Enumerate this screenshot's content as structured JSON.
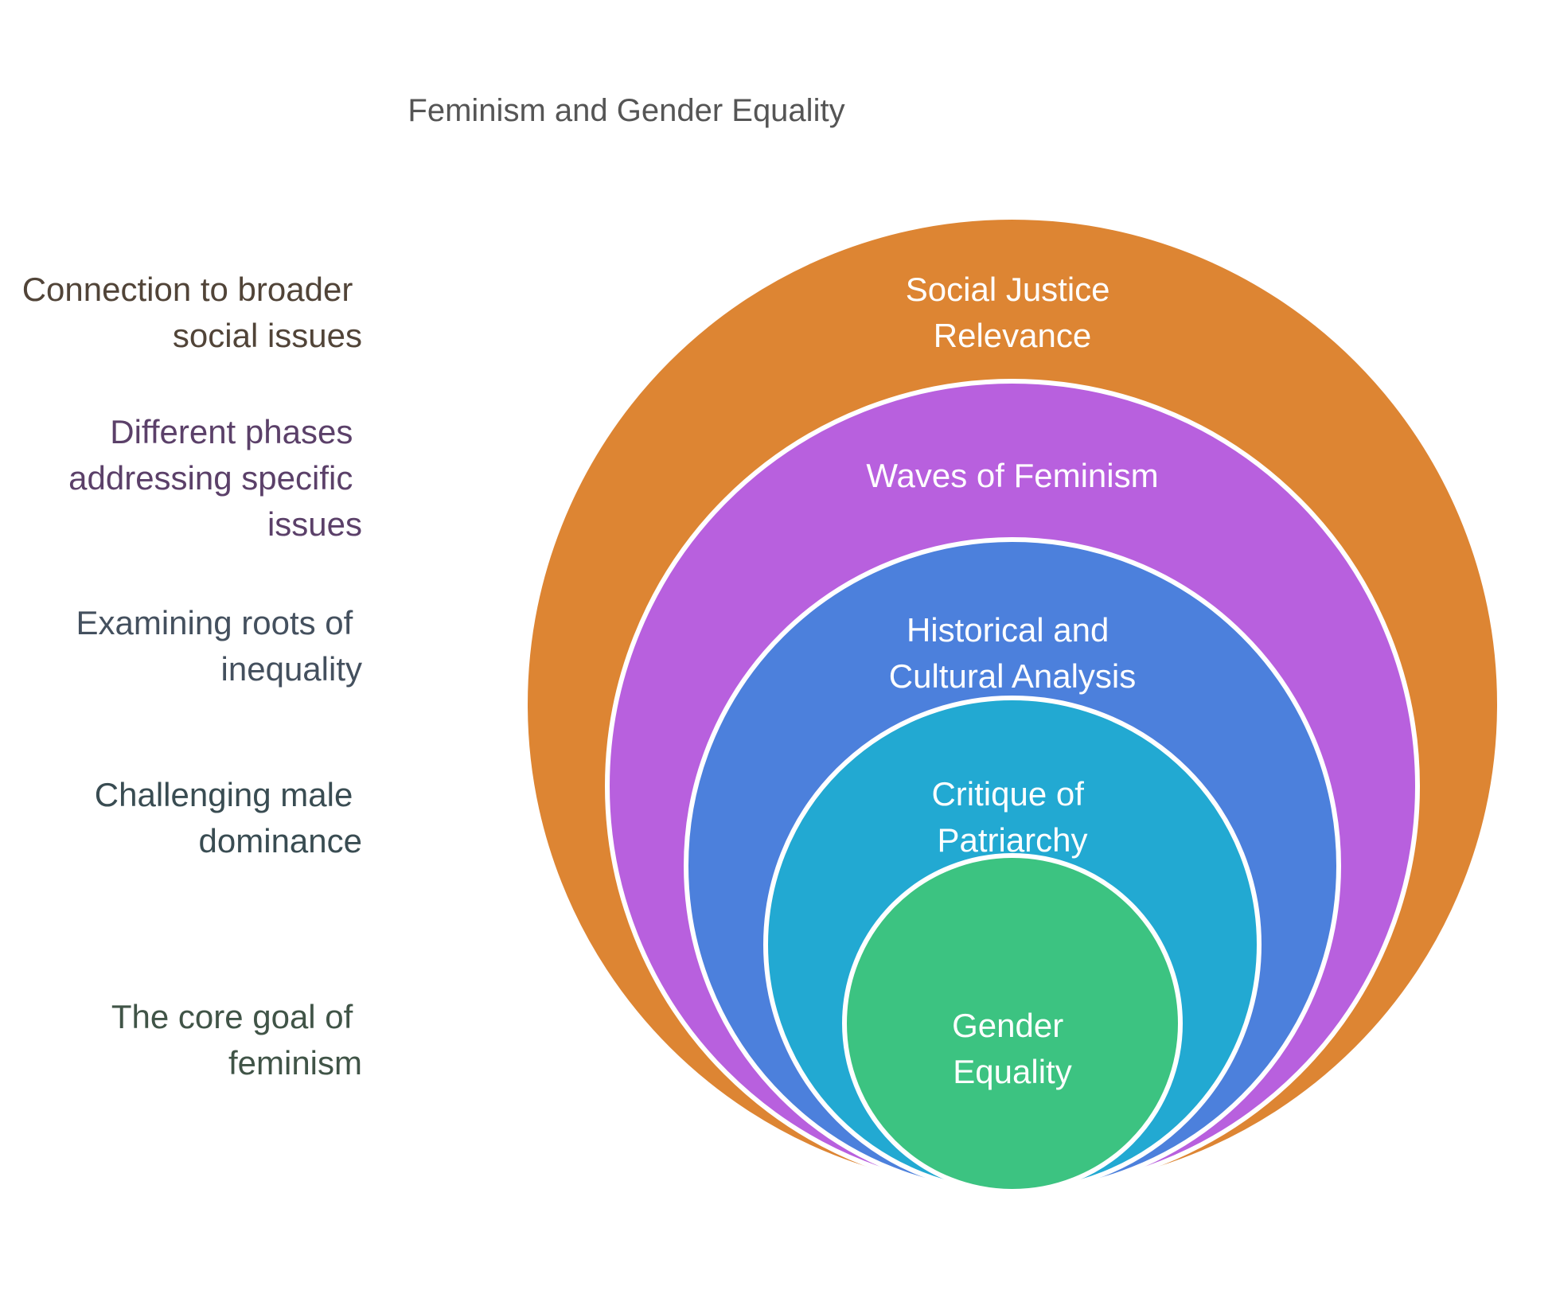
{
  "title": {
    "text": "Feminism and Gender Equality",
    "color": "#555555"
  },
  "canvas": {
    "background": "#FFFFFF",
    "ring_stroke": "#FFFFFF"
  },
  "rings": [
    {
      "name": "Social Justice Relevance",
      "label_lines": [
        "Social Justice",
        "Relevance"
      ],
      "fill": "#DD8533",
      "text_color": "#FFFFFF",
      "description": "Connection to broader social issues",
      "description_lines": [
        "Connection to broader",
        "social issues"
      ],
      "description_color": "#514438"
    },
    {
      "name": "Waves of Feminism",
      "label_lines": [
        "Waves of Feminism"
      ],
      "fill": "#B860DE",
      "text_color": "#FFFFFF",
      "description": "Different phases addressing specific issues",
      "description_lines": [
        "Different phases",
        "addressing specific",
        "issues"
      ],
      "description_color": "#5B4069"
    },
    {
      "name": "Historical and Cultural Analysis",
      "label_lines": [
        "Historical and",
        "Cultural Analysis"
      ],
      "fill": "#4C80DC",
      "text_color": "#FFFFFF",
      "description": "Examining roots of inequality",
      "description_lines": [
        "Examining roots of",
        "inequality"
      ],
      "description_color": "#44505E"
    },
    {
      "name": "Critique of Patriarchy",
      "label_lines": [
        "Critique of",
        "Patriarchy"
      ],
      "fill": "#22A9D2",
      "text_color": "#FFFFFF",
      "description": "Challenging male dominance",
      "description_lines": [
        "Challenging male",
        "dominance"
      ],
      "description_color": "#394C52"
    },
    {
      "name": "Gender Equality",
      "label_lines": [
        "Gender",
        "Equality"
      ],
      "fill": "#3CC381",
      "text_color": "#FFFFFF",
      "description": "The core goal of feminism",
      "description_lines": [
        "The core goal of",
        "feminism"
      ],
      "description_color": "#405447"
    }
  ]
}
